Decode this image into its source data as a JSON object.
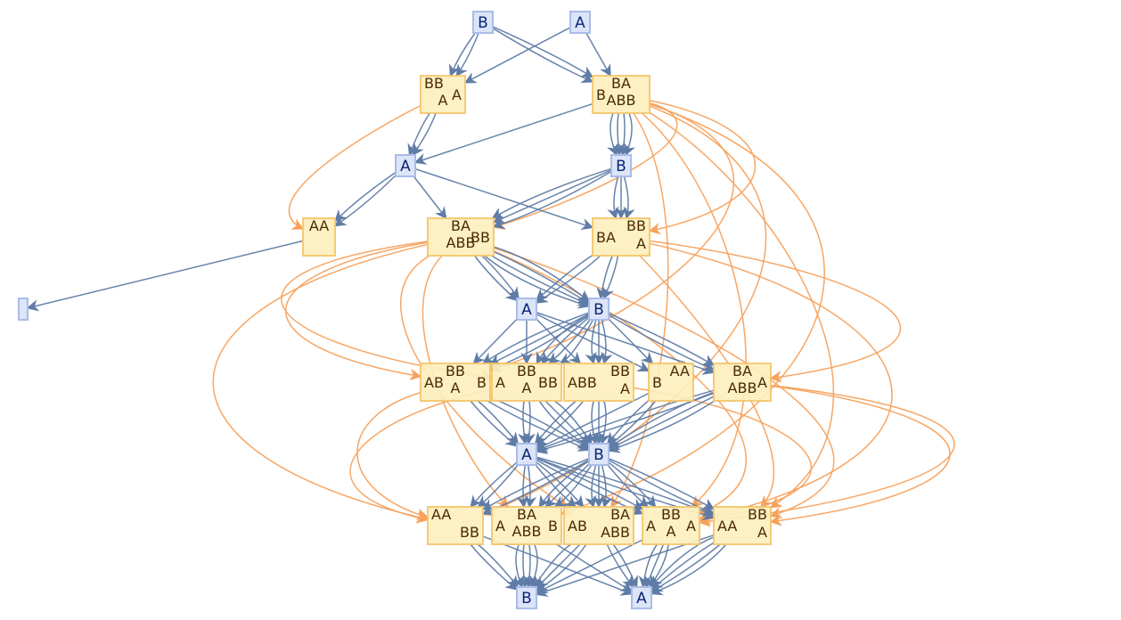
{
  "diagram": {
    "title": "Multiway token-event graph",
    "colors": {
      "token_fill": "#dce5f7",
      "token_border": "#a9bce9",
      "token_text": "#0b2477",
      "state_fill": "#fdefbd",
      "state_border": "#f5c66b",
      "state_text": "#4a2a06",
      "token_edge": "#5f7ca6",
      "event_edge": "#f7a15c"
    },
    "nodes": [
      {
        "id": "t0",
        "kind": "token",
        "label": "B"
      },
      {
        "id": "t1",
        "kind": "token",
        "label": "A"
      },
      {
        "id": "e0",
        "kind": "event",
        "parts": [
          {
            "text": "BB",
            "pos": "top-left"
          },
          {
            "text": "A",
            "pos": "right"
          },
          {
            "text": "A",
            "pos": "bottom"
          }
        ]
      },
      {
        "id": "e1",
        "kind": "event",
        "parts": [
          {
            "text": "B",
            "pos": "left"
          },
          {
            "text": "BA",
            "pos": "top"
          },
          {
            "text": "ABB",
            "pos": "bottom"
          }
        ]
      },
      {
        "id": "t2",
        "kind": "token",
        "label": "A"
      },
      {
        "id": "t3",
        "kind": "token",
        "label": "B"
      },
      {
        "id": "e2",
        "kind": "event",
        "parts": [
          {
            "text": "AA",
            "pos": "top"
          }
        ]
      },
      {
        "id": "e3",
        "kind": "event",
        "parts": [
          {
            "text": "BA",
            "pos": "top"
          },
          {
            "text": "ABB",
            "pos": "bottom"
          },
          {
            "text": "BB",
            "pos": "right"
          }
        ]
      },
      {
        "id": "e4",
        "kind": "event",
        "parts": [
          {
            "text": "BA",
            "pos": "left"
          },
          {
            "text": "BB",
            "pos": "top-right"
          },
          {
            "text": "A",
            "pos": "bottom-right"
          }
        ]
      },
      {
        "id": "t4",
        "kind": "token",
        "label": ""
      },
      {
        "id": "t5",
        "kind": "token",
        "label": "A"
      },
      {
        "id": "t6",
        "kind": "token",
        "label": "B"
      },
      {
        "id": "e5",
        "kind": "event",
        "parts": [
          {
            "text": "AB",
            "pos": "left"
          },
          {
            "text": "BB",
            "pos": "top"
          },
          {
            "text": "A",
            "pos": "bottom"
          },
          {
            "text": "B",
            "pos": "right"
          }
        ]
      },
      {
        "id": "e6",
        "kind": "event",
        "parts": [
          {
            "text": "A",
            "pos": "left"
          },
          {
            "text": "BB",
            "pos": "top"
          },
          {
            "text": "A",
            "pos": "bottom"
          },
          {
            "text": "BB",
            "pos": "right"
          }
        ]
      },
      {
        "id": "e7",
        "kind": "event",
        "parts": [
          {
            "text": "ABB",
            "pos": "left"
          },
          {
            "text": "BB",
            "pos": "top-right"
          },
          {
            "text": "A",
            "pos": "bottom-right"
          }
        ]
      },
      {
        "id": "e8",
        "kind": "event",
        "parts": [
          {
            "text": "B",
            "pos": "left"
          },
          {
            "text": "AA",
            "pos": "top-right"
          }
        ]
      },
      {
        "id": "e9",
        "kind": "event",
        "parts": [
          {
            "text": "BA",
            "pos": "top"
          },
          {
            "text": "ABB",
            "pos": "bottom"
          },
          {
            "text": "A",
            "pos": "right"
          }
        ]
      },
      {
        "id": "t7",
        "kind": "token",
        "label": "A"
      },
      {
        "id": "t8",
        "kind": "token",
        "label": "B"
      },
      {
        "id": "e10",
        "kind": "event",
        "parts": [
          {
            "text": "AA",
            "pos": "top-left"
          },
          {
            "text": "BB",
            "pos": "bottom-right"
          }
        ]
      },
      {
        "id": "e11",
        "kind": "event",
        "parts": [
          {
            "text": "A",
            "pos": "left"
          },
          {
            "text": "BA",
            "pos": "top"
          },
          {
            "text": "ABB",
            "pos": "bottom"
          },
          {
            "text": "B",
            "pos": "right"
          }
        ]
      },
      {
        "id": "e12",
        "kind": "event",
        "parts": [
          {
            "text": "AB",
            "pos": "left"
          },
          {
            "text": "BA",
            "pos": "top-right"
          },
          {
            "text": "ABB",
            "pos": "bottom-right"
          }
        ]
      },
      {
        "id": "e13",
        "kind": "event",
        "parts": [
          {
            "text": "A",
            "pos": "left"
          },
          {
            "text": "BB",
            "pos": "top"
          },
          {
            "text": "A",
            "pos": "bottom"
          },
          {
            "text": "A",
            "pos": "right"
          }
        ]
      },
      {
        "id": "e14",
        "kind": "event",
        "parts": [
          {
            "text": "AA",
            "pos": "left"
          },
          {
            "text": "BB",
            "pos": "top-right"
          },
          {
            "text": "A",
            "pos": "bottom-right"
          }
        ]
      },
      {
        "id": "t9",
        "kind": "token",
        "label": "B"
      },
      {
        "id": "t10",
        "kind": "token",
        "label": "A"
      }
    ],
    "token_edges": [
      [
        "t0",
        "e0",
        2
      ],
      [
        "t0",
        "e1",
        2
      ],
      [
        "t1",
        "e0",
        1
      ],
      [
        "t1",
        "e1",
        1
      ],
      [
        "e0",
        "t2",
        2
      ],
      [
        "e1",
        "t2",
        1
      ],
      [
        "e1",
        "t3",
        4
      ],
      [
        "t2",
        "e2",
        2
      ],
      [
        "t2",
        "e3",
        1
      ],
      [
        "t2",
        "e4",
        1
      ],
      [
        "t3",
        "e3",
        3
      ],
      [
        "t3",
        "e4",
        3
      ],
      [
        "e2",
        "t4",
        1
      ],
      [
        "e3",
        "t5",
        2
      ],
      [
        "e3",
        "t6",
        4
      ],
      [
        "e4",
        "t5",
        2
      ],
      [
        "e4",
        "t6",
        2
      ],
      [
        "t5",
        "e5",
        1
      ],
      [
        "t5",
        "e6",
        1
      ],
      [
        "t5",
        "e7",
        1
      ],
      [
        "t5",
        "e8",
        1
      ],
      [
        "t5",
        "e9",
        1
      ],
      [
        "t6",
        "e5",
        3
      ],
      [
        "t6",
        "e6",
        4
      ],
      [
        "t6",
        "e7",
        3
      ],
      [
        "t6",
        "e8",
        1
      ],
      [
        "t6",
        "e9",
        2
      ],
      [
        "e5",
        "t7",
        2
      ],
      [
        "e5",
        "t8",
        2
      ],
      [
        "e6",
        "t7",
        2
      ],
      [
        "e6",
        "t8",
        3
      ],
      [
        "e7",
        "t7",
        2
      ],
      [
        "e7",
        "t8",
        3
      ],
      [
        "e8",
        "t7",
        1
      ],
      [
        "e8",
        "t8",
        2
      ],
      [
        "e9",
        "t7",
        2
      ],
      [
        "e9",
        "t8",
        3
      ],
      [
        "t7",
        "e10",
        2
      ],
      [
        "t7",
        "e11",
        2
      ],
      [
        "t7",
        "e12",
        2
      ],
      [
        "t7",
        "e13",
        2
      ],
      [
        "t7",
        "e14",
        2
      ],
      [
        "t8",
        "e10",
        2
      ],
      [
        "t8",
        "e11",
        3
      ],
      [
        "t8",
        "e12",
        3
      ],
      [
        "t8",
        "e13",
        2
      ],
      [
        "t8",
        "e14",
        2
      ],
      [
        "e10",
        "t9",
        2
      ],
      [
        "e10",
        "t10",
        1
      ],
      [
        "e11",
        "t9",
        4
      ],
      [
        "e11",
        "t10",
        1
      ],
      [
        "e12",
        "t9",
        3
      ],
      [
        "e12",
        "t10",
        2
      ],
      [
        "e13",
        "t9",
        1
      ],
      [
        "e13",
        "t10",
        3
      ],
      [
        "e14",
        "t9",
        1
      ],
      [
        "e14",
        "t10",
        4
      ]
    ],
    "event_edges": [
      [
        "e0",
        "e2"
      ],
      [
        "e1",
        "e3"
      ],
      [
        "e1",
        "e4"
      ],
      [
        "e1",
        "e5"
      ],
      [
        "e1",
        "e10"
      ],
      [
        "e1",
        "e11"
      ],
      [
        "e1",
        "e12"
      ],
      [
        "e1",
        "e13"
      ],
      [
        "e1",
        "e14"
      ],
      [
        "e3",
        "e5"
      ],
      [
        "e3",
        "e6"
      ],
      [
        "e3",
        "e10"
      ],
      [
        "e3",
        "e11"
      ],
      [
        "e3",
        "e12"
      ],
      [
        "e3",
        "e13"
      ],
      [
        "e3",
        "e14"
      ],
      [
        "e4",
        "e9"
      ],
      [
        "e4",
        "e13"
      ],
      [
        "e4",
        "e14"
      ],
      [
        "e5",
        "e10"
      ],
      [
        "e6",
        "e10"
      ],
      [
        "e7",
        "e13"
      ],
      [
        "e9",
        "e14"
      ],
      [
        "e9",
        "e13"
      ]
    ]
  }
}
